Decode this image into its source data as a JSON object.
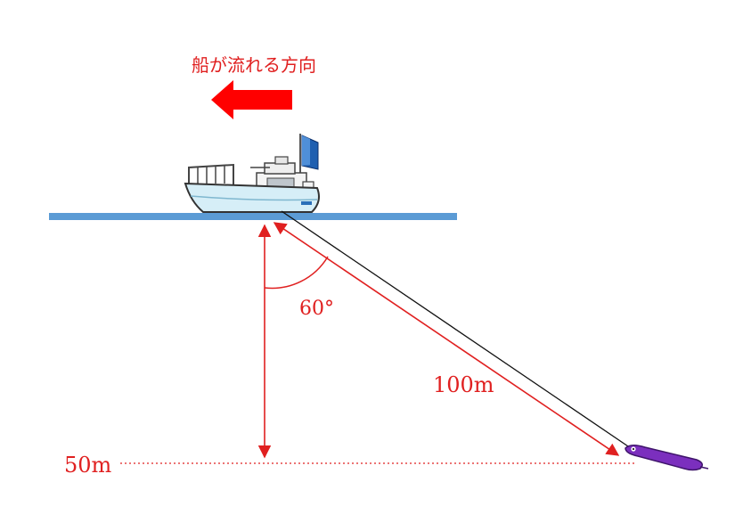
{
  "drift_label": "船が流れる方向",
  "angle_label": "60°",
  "line_length_label": "100m",
  "depth_label": "50m",
  "colors": {
    "accent_red": "#e02020",
    "arrow_red": "#ff0000",
    "water_blue": "#5b9bd5",
    "lure_purple": "#7b2fbe",
    "flag_blue": "#1f5fb0",
    "hull_light": "#d6eef7"
  },
  "icons": {
    "boat": "fishing-boat-icon",
    "lure": "squid-lure-icon",
    "direction": "left-arrow-icon"
  }
}
